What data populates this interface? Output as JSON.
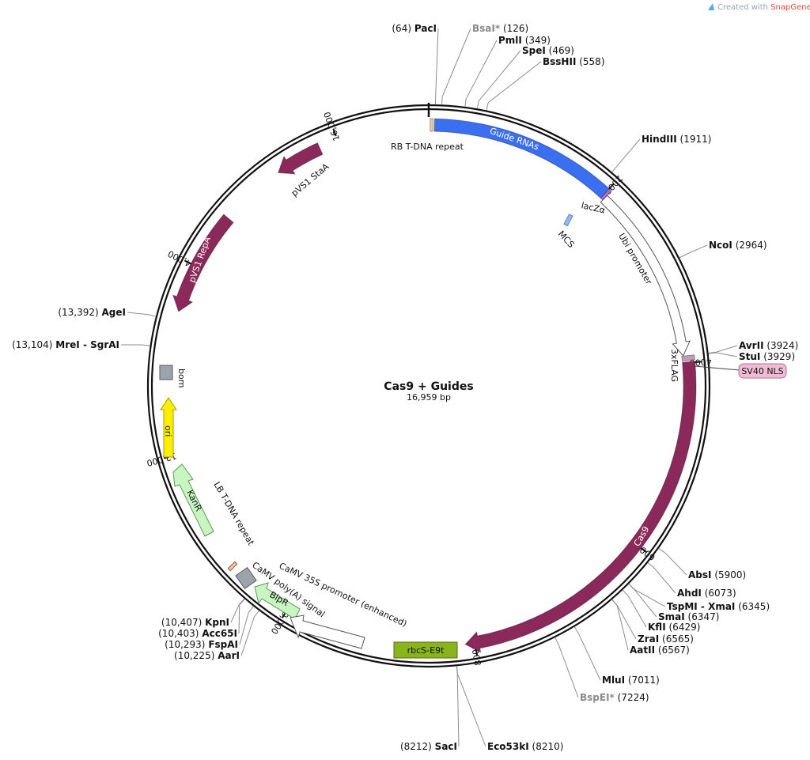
{
  "credit": {
    "prefix": "Created with",
    "brand": "SnapGene",
    "mark": "®"
  },
  "title": "Cas9 + Guides",
  "size": "16,959 bp",
  "ticks": [
    {
      "label": "2000",
      "bp": 2000
    },
    {
      "label": "4000",
      "bp": 4000
    },
    {
      "label": "6000",
      "bp": 6000
    },
    {
      "label": "8000",
      "bp": 8000
    },
    {
      "label": "10,000",
      "bp": 10000
    },
    {
      "label": "12,000",
      "bp": 12000
    },
    {
      "label": "14,000",
      "bp": 14000
    },
    {
      "label": "16,000",
      "bp": 16000
    }
  ],
  "sites": [
    {
      "name": "PacI",
      "pos": "(64)",
      "bp": 64,
      "gray": false
    },
    {
      "name": "BsaI*",
      "pos": "(126)",
      "bp": 126,
      "gray": true
    },
    {
      "name": "PmlI",
      "pos": "(349)",
      "bp": 349,
      "gray": false
    },
    {
      "name": "SpeI",
      "pos": "(469)",
      "bp": 469,
      "gray": false
    },
    {
      "name": "BssHII",
      "pos": "(558)",
      "bp": 558,
      "gray": false
    },
    {
      "name": "HindIII",
      "pos": "(1911)",
      "bp": 1911,
      "gray": false
    },
    {
      "name": "NcoI",
      "pos": "(2964)",
      "bp": 2964,
      "gray": false
    },
    {
      "name": "AvrII",
      "pos": "(3924)",
      "bp": 3924,
      "gray": false
    },
    {
      "name": "StuI",
      "pos": "(3929)",
      "bp": 3929,
      "gray": false
    },
    {
      "name": "AbsI",
      "pos": "(5900)",
      "bp": 5900,
      "gray": false
    },
    {
      "name": "AhdI",
      "pos": "(6073)",
      "bp": 6073,
      "gray": false
    },
    {
      "name": "TspMI - XmaI",
      "pos": "(6345)",
      "bp": 6345,
      "gray": false
    },
    {
      "name": "SmaI",
      "pos": "(6347)",
      "bp": 6347,
      "gray": false
    },
    {
      "name": "KflI",
      "pos": "(6429)",
      "bp": 6429,
      "gray": false
    },
    {
      "name": "ZraI",
      "pos": "(6565)",
      "bp": 6565,
      "gray": false
    },
    {
      "name": "AatII",
      "pos": "(6567)",
      "bp": 6567,
      "gray": false
    },
    {
      "name": "MluI",
      "pos": "(7011)",
      "bp": 7011,
      "gray": false
    },
    {
      "name": "BspEI*",
      "pos": "(7224)",
      "bp": 7224,
      "gray": true
    },
    {
      "name": "Eco53kI",
      "pos": "(8210)",
      "bp": 8210,
      "gray": false
    },
    {
      "name": "SacI",
      "pos": "(8212)",
      "bp": 8212,
      "gray": false
    },
    {
      "name": "AarI",
      "pos": "(10,225)",
      "bp": 10225,
      "gray": false
    },
    {
      "name": "FspAI",
      "pos": "(10,293)",
      "bp": 10293,
      "gray": false
    },
    {
      "name": "Acc65I",
      "pos": "(10,403)",
      "bp": 10403,
      "gray": false
    },
    {
      "name": "KpnI",
      "pos": "(10,407)",
      "bp": 10407,
      "gray": false
    },
    {
      "name": "MreI - SgrAI",
      "pos": "(13,104)",
      "bp": 13104,
      "gray": false
    },
    {
      "name": "AgeI",
      "pos": "(13,392)",
      "bp": 13392,
      "gray": false
    }
  ],
  "features": [
    {
      "name": "Guide RNAs",
      "color": "#3b6ff2",
      "start": 60,
      "end": 2010,
      "dir": "none",
      "label_inside": true
    },
    {
      "name": "Cas9",
      "color": "#8b2a5a",
      "start": 3990,
      "end": 8100,
      "dir": "cw",
      "label_inside": true
    },
    {
      "name": "pVS1 RepA",
      "color": "#8b2a5a",
      "start": 13500,
      "end": 14600,
      "dir": "ccw",
      "label_inside": true
    },
    {
      "name": "pVS1 StaA",
      "color": "#8b2a5a",
      "start": 15300,
      "end": 15800,
      "dir": "ccw",
      "label_inside": false
    },
    {
      "name": "Ubi promoter",
      "color": "#ffffff",
      "start": 2030,
      "end": 3920,
      "dir": "cw",
      "label_inside": false
    },
    {
      "name": "RB T-DNA repeat",
      "color": "#f2c8a6",
      "start": 15,
      "end": 45,
      "dir": "none",
      "label_inside": false
    },
    {
      "name": "lacZα",
      "color": "#b46dc8",
      "start": 2000,
      "end": 2030,
      "dir": "none",
      "label_inside": false
    },
    {
      "name": "3xFLAG",
      "color": "#c79ab5",
      "start": 3925,
      "end": 3975,
      "dir": "none",
      "label_inside": false
    }
  ],
  "blocks": [
    {
      "name": "rbcS-E9t",
      "color": "#8ab41e",
      "kind": "box"
    },
    {
      "name": "SV40 NLS",
      "color": "#f1bcd3",
      "kind": "pill"
    },
    {
      "name": "MCS",
      "color": "#9bb8e8",
      "kind": "box"
    },
    {
      "name": "bom",
      "color": "#9da3aa",
      "kind": "box"
    },
    {
      "name": "ori",
      "color": "#ffee00",
      "kind": "arrow"
    },
    {
      "name": "KanR",
      "color": "#c9f5c2",
      "kind": "arrow"
    },
    {
      "name": "BlpR",
      "color": "#c9f5c2",
      "kind": "arrow"
    },
    {
      "name": "CaMV 35S promoter (enhanced)",
      "color": "#ffffff",
      "kind": "arrow"
    },
    {
      "name": "CaMV poly(A) signal",
      "color": "#9da3aa",
      "kind": "box"
    },
    {
      "name": "LB T-DNA repeat",
      "color": "#f2c8a6",
      "kind": "box"
    }
  ]
}
